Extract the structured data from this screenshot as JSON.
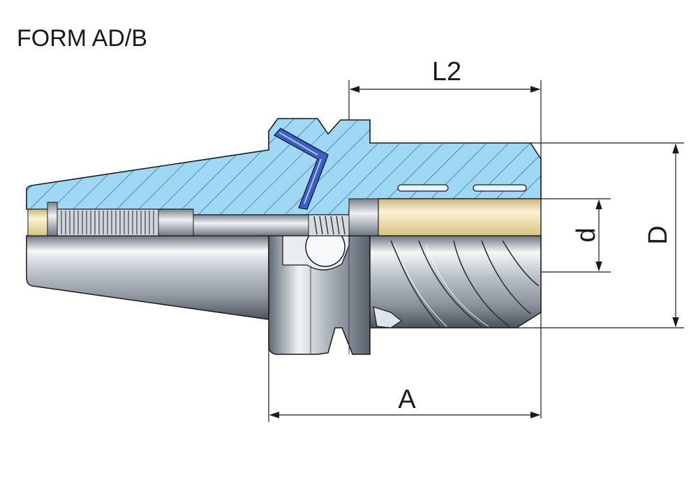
{
  "title": "FORM AD/B",
  "dimensions": {
    "L2": "L2",
    "d": "d",
    "D": "D",
    "A": "A"
  },
  "colors": {
    "section_fill": "#9fd8f5",
    "hatch": "#2c5f86",
    "metal_light": "#f4f6f8",
    "metal_dark": "#5d6670",
    "bore_yellow": "#f2e3b0",
    "screw_blue": "#3a5fc8",
    "outline": "#1a1a1a"
  }
}
